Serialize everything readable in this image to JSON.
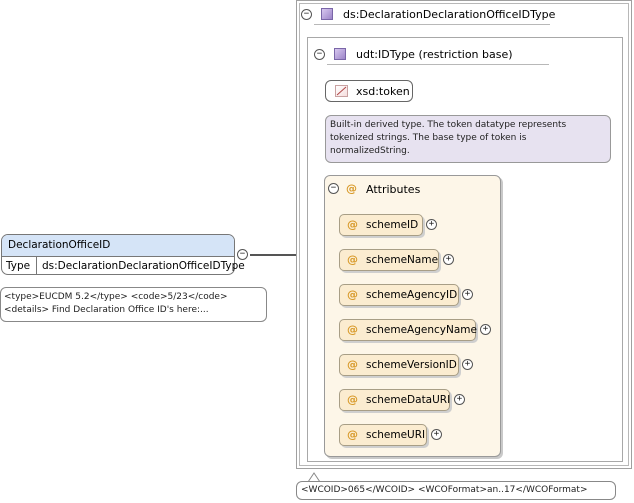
{
  "complex_type": {
    "name": "ds:DeclarationDeclarationOfficeIDType",
    "icon": "complex-type-icon"
  },
  "restriction": {
    "label": "udt:IDType (restriction base)",
    "icon": "simple-type-icon"
  },
  "base_type": {
    "label": "xsd:token",
    "icon": "builtin-type-icon",
    "doc": [
      "Built-in derived type. The token datatype represents",
      "tokenized strings. The base type of token is",
      "normalizedString."
    ]
  },
  "attributes": {
    "label": "Attributes",
    "at_symbol": "@",
    "items": [
      {
        "name": "schemeID"
      },
      {
        "name": "schemeName"
      },
      {
        "name": "schemeAgencyID"
      },
      {
        "name": "schemeAgencyName"
      },
      {
        "name": "schemeVersionID"
      },
      {
        "name": "schemeDataURI"
      },
      {
        "name": "schemeURI"
      }
    ]
  },
  "element": {
    "name": "DeclarationOfficeID",
    "type_key": "Type",
    "type_value": "ds:DeclarationDeclarationOfficeIDType",
    "doc": [
      "<type>EUCDM 5.2</type> <code>5/23</code>",
      "<details> Find Declaration Office ID's here:..."
    ]
  },
  "bottom_doc": "<WCOID>065</WCOID> <WCOFormat>an..17</WCOFormat>",
  "buttons": {
    "collapse": "−",
    "expand": "+"
  },
  "colors": {
    "element_header": "#d5e4f7",
    "doc_background": "#e7e2f0",
    "attributes_background": "#fdf6e8",
    "attribute_item": "#fbecd0",
    "at_symbol": "#d89a2a"
  }
}
